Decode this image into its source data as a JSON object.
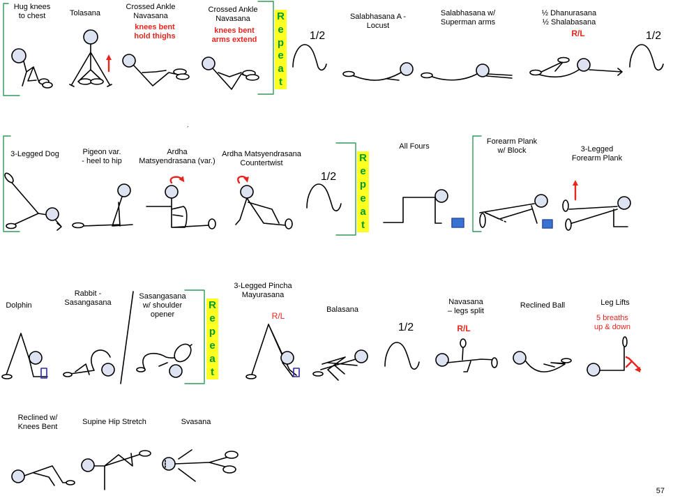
{
  "accent_red": "#e8241d",
  "repeat_green": "#009a2e",
  "repeat_yellow": "#ffff22",
  "poses": [
    {
      "lines": [
        "Hug knees",
        "to chest"
      ]
    },
    {
      "lines": [
        "Tolasana"
      ]
    },
    {
      "lines": [
        "Crossed Ankle",
        "Navasana"
      ],
      "note": [
        "knees bent",
        "hold thighs"
      ]
    },
    {
      "lines": [
        "Crossed Ankle",
        "Navasana"
      ],
      "note": [
        "knees bent",
        "arms extend"
      ]
    },
    {
      "lines": [
        "Salabhasana A -",
        "Locust"
      ]
    },
    {
      "lines": [
        "Salabhasana w/",
        "Superman arms"
      ]
    },
    {
      "lines": [
        "½ Dhanurasana",
        "½ Shalabasana"
      ],
      "note": [
        "R/L"
      ]
    },
    {
      "lines": [
        "3-Legged Dog"
      ]
    },
    {
      "lines": [
        "Pigeon var.",
        "- heel to hip"
      ]
    },
    {
      "lines": [
        "Ardha",
        "Matsyendrasana (var.)"
      ]
    },
    {
      "lines": [
        "Ardha Matsyendrasana",
        "Countertwist"
      ]
    },
    {
      "lines": [
        "All Fours"
      ]
    },
    {
      "lines": [
        "Forearm Plank",
        "w/ Block"
      ]
    },
    {
      "lines": [
        "3-Legged",
        "Forearm Plank"
      ]
    },
    {
      "lines": [
        "Dolphin"
      ]
    },
    {
      "lines": [
        "Rabbit -",
        "Sasangasana"
      ]
    },
    {
      "lines": [
        "Sasangasana",
        "w/ shoulder",
        "opener"
      ]
    },
    {
      "lines": [
        "3-Legged Pincha",
        "Mayurasana"
      ],
      "note": [
        "R/L"
      ]
    },
    {
      "lines": [
        "Balasana"
      ]
    },
    {
      "lines": [
        "Navasana",
        "– legs split"
      ],
      "note": [
        "R/L"
      ]
    },
    {
      "lines": [
        "Reclined Ball"
      ]
    },
    {
      "lines": [
        "Leg Lifts"
      ],
      "note": [
        "5 breaths",
        "up & down"
      ]
    },
    {
      "lines": [
        "Reclined w/",
        "Knees Bent"
      ]
    },
    {
      "lines": [
        "Supine Hip Stretch"
      ]
    },
    {
      "lines": [
        "Svasana"
      ]
    }
  ],
  "half_label": "1/2",
  "repeat_letters": [
    "R",
    "e",
    "p",
    "e",
    "a",
    "t"
  ],
  "stray_mark": "´",
  "page_number": "57"
}
